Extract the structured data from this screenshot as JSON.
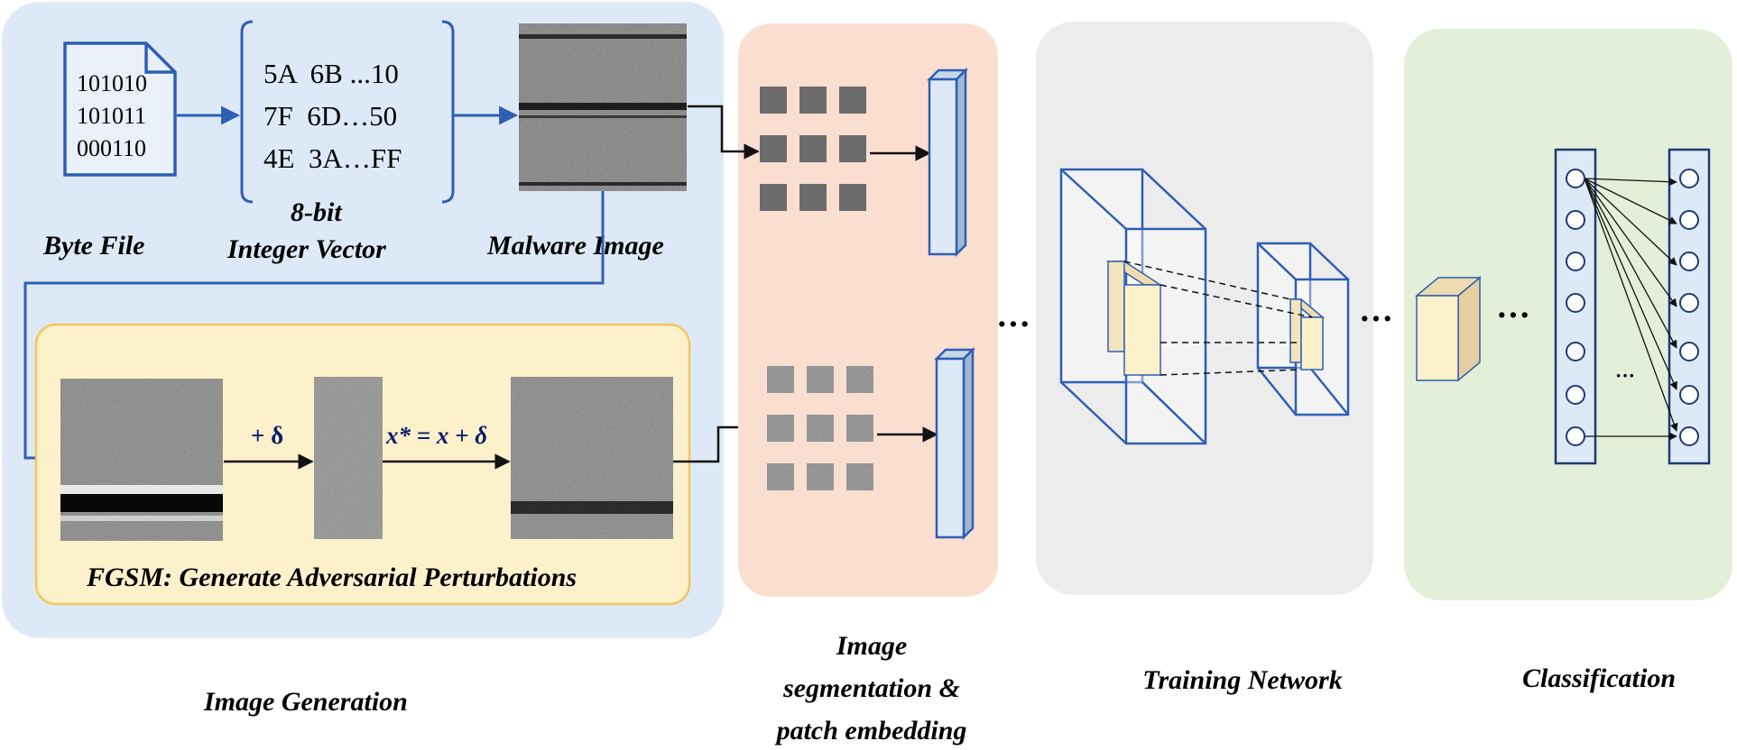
{
  "colors": {
    "image_generation_bg": "#dde9f6",
    "fgsm_bg": "#fdf1cc",
    "fgsm_border": "#f2c75c",
    "segmentation_bg": "#fadfd0",
    "training_bg": "#ececec",
    "classification_bg": "#e3efd9",
    "line_blue": "#2e5fb3",
    "cube_fill": "#fdf1cc",
    "vector_fill": "#dde9f6"
  },
  "image_generation": {
    "byte_file": {
      "icon": "document-icon",
      "lines": [
        "101010",
        "101011",
        "000110"
      ],
      "label": "Byte File"
    },
    "integer_vector": {
      "lines": [
        "5A  6B ...10",
        "7F  6D…50",
        "4E  3A…FF"
      ],
      "label_line1": "8-bit",
      "label_line2": "Integer Vector"
    },
    "malware_image": {
      "label": "Malware Image"
    },
    "fgsm": {
      "plus_delta": "+ δ",
      "formula": "x* = x + δ",
      "label": "FGSM: Generate Adversarial Perturbations"
    },
    "section_label": "Image Generation"
  },
  "segmentation": {
    "label_line1": "Image",
    "label_line2": "segmentation &",
    "label_line3": "patch embedding"
  },
  "training": {
    "label": "Training Network",
    "ellipsis_left": "···",
    "ellipsis_right": "···"
  },
  "classification": {
    "label": "Classification",
    "ellipsis_left": "···",
    "ellipsis_inner": "···"
  }
}
